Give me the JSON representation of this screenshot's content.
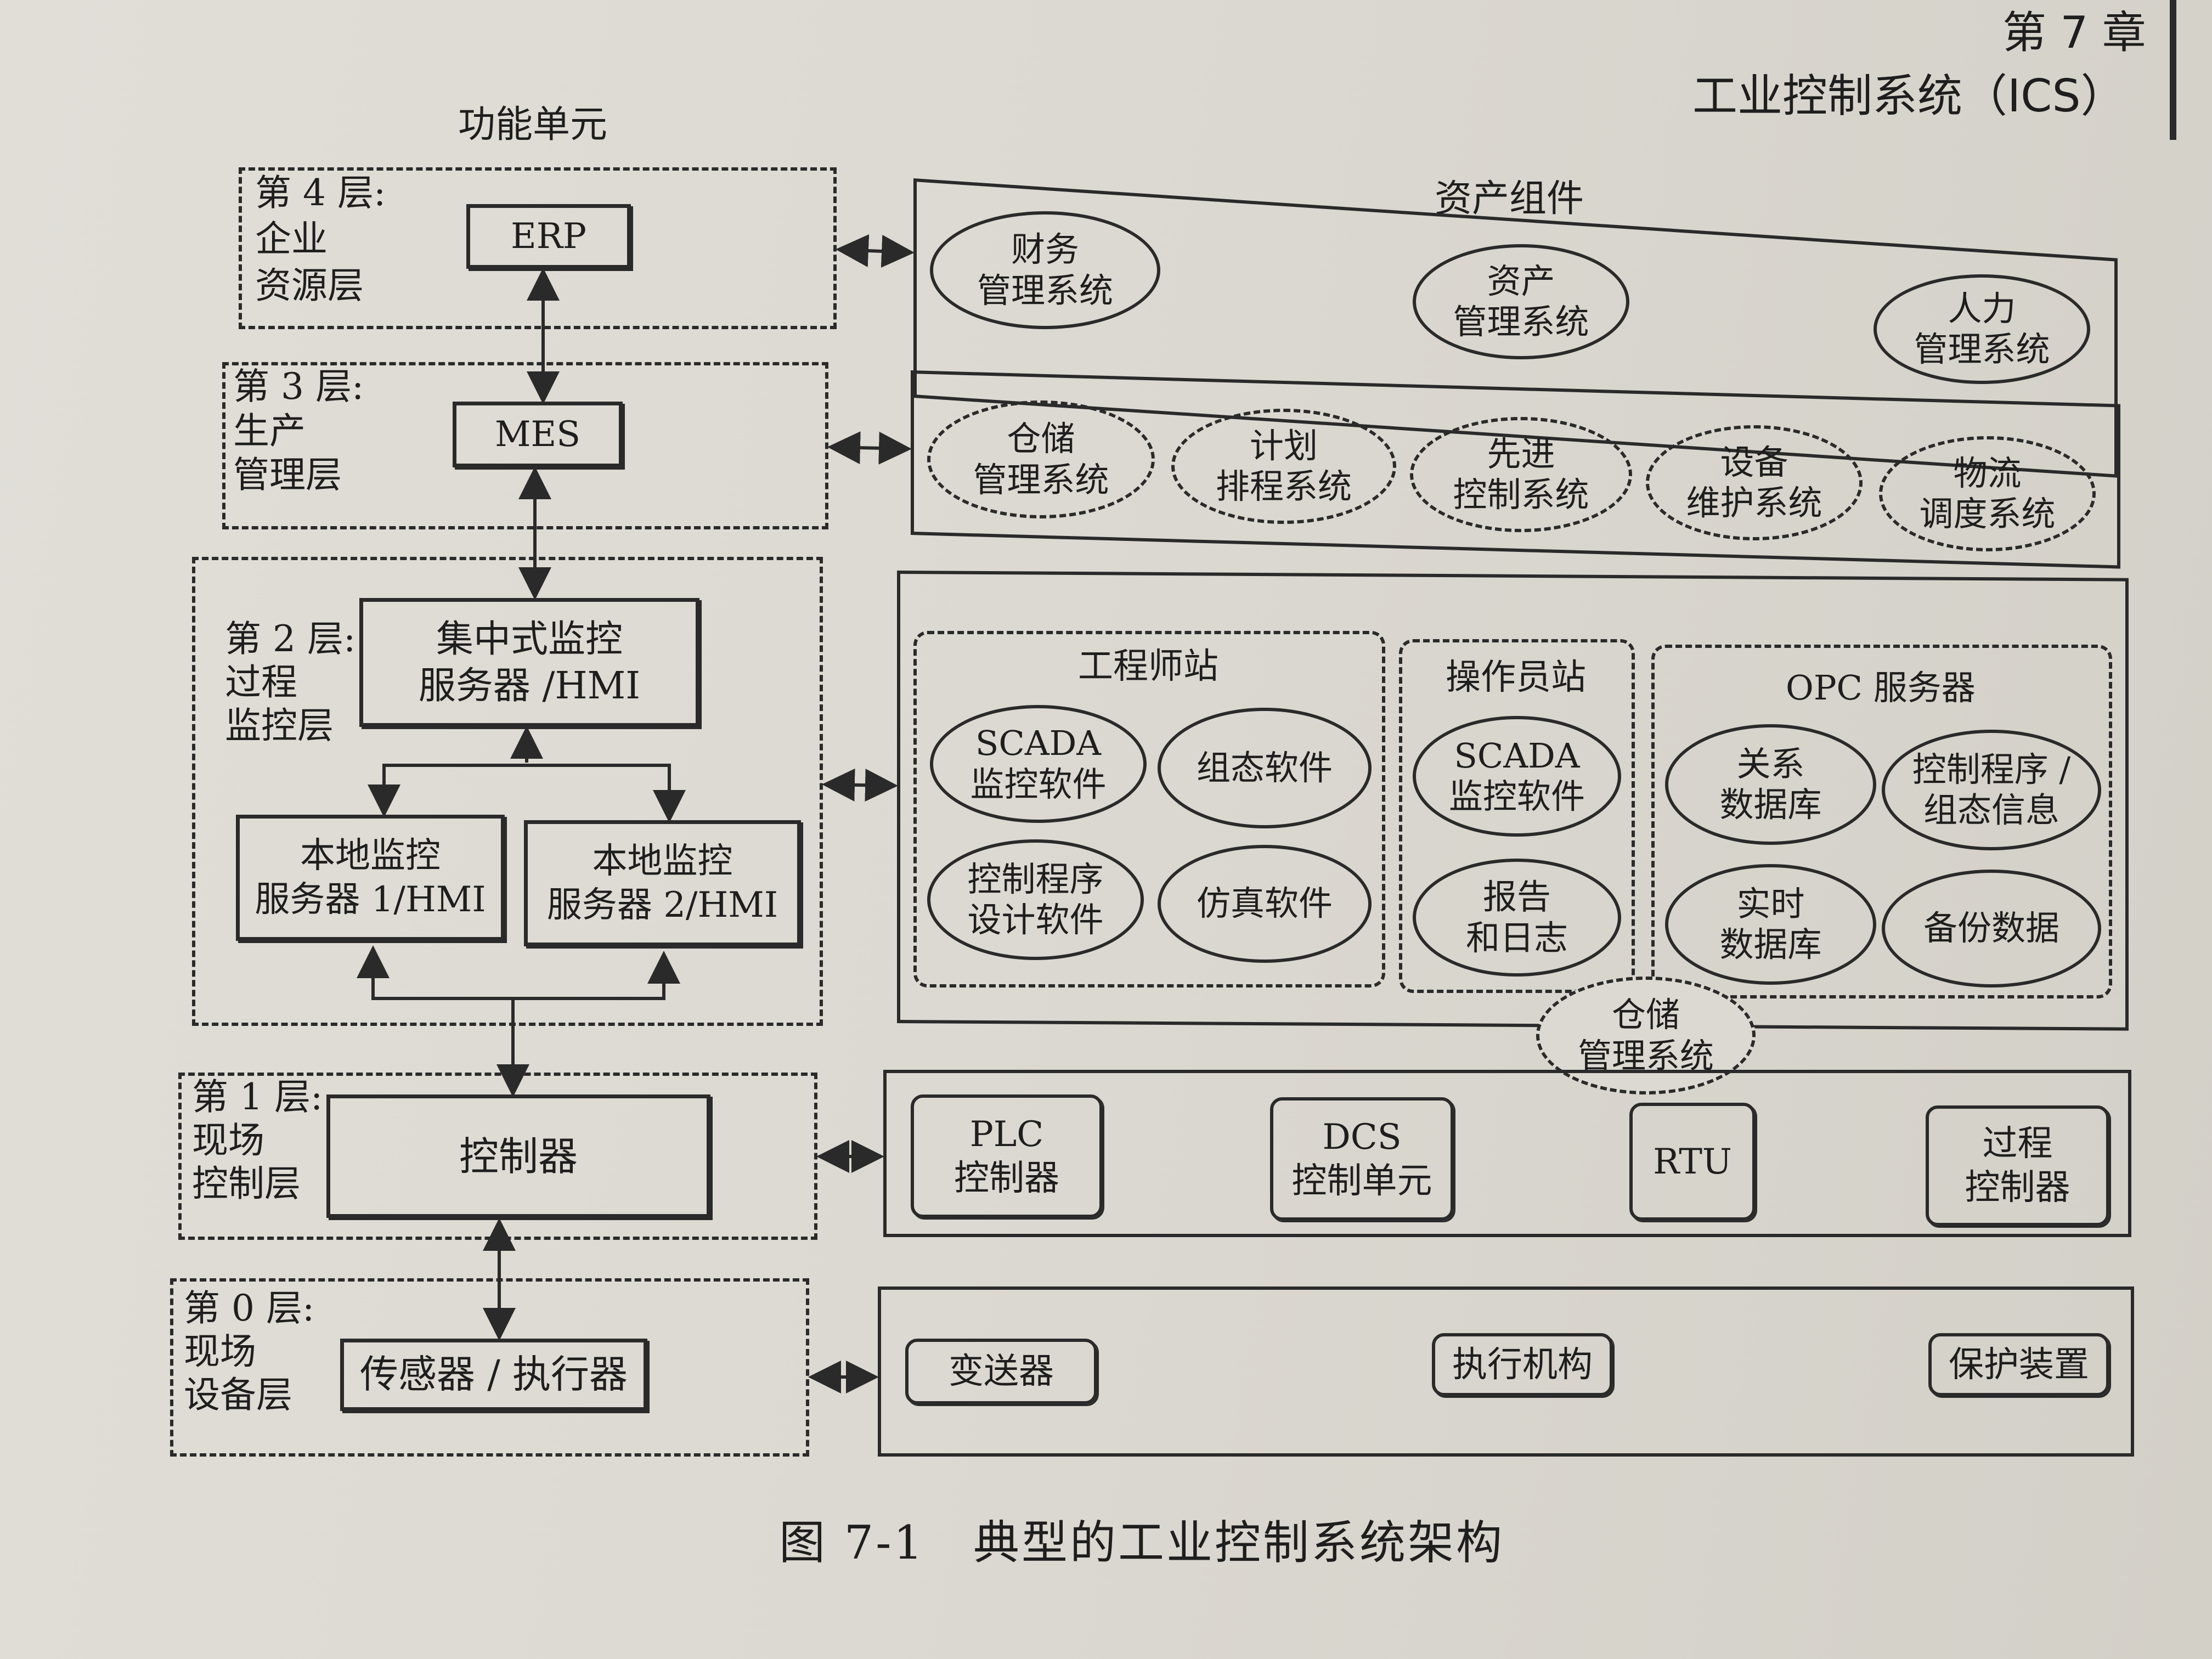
{
  "header": {
    "chapter": "第 7 章",
    "title": "工业控制系统（ICS）"
  },
  "left_title": "功能单元",
  "right_title": "资产组件",
  "levels": [
    {
      "label": "第 4 层:\n企业\n资源层",
      "unit": "ERP"
    },
    {
      "label": "第 3 层:\n生产\n管理层",
      "unit": "MES"
    },
    {
      "label": "第 2 层:\n过程\n监控层",
      "unit": "集中式监控\n服务器 /HMI",
      "sub_units": [
        "本地监控\n服务器 1/HMI",
        "本地监控\n服务器 2/HMI"
      ]
    },
    {
      "label": "第 1 层:\n现场\n控制层",
      "unit": "控制器"
    },
    {
      "label": "第 0 层:\n现场\n设备层",
      "unit": "传感器 / 执行器"
    }
  ],
  "layer4_assets": [
    "财务\n管理系统",
    "资产\n管理系统",
    "人力\n管理系统"
  ],
  "layer3_assets": [
    "仓储\n管理系统",
    "计划\n排程系统",
    "先进\n控制系统",
    "设备\n维护系统",
    "物流\n调度系统"
  ],
  "layer2_groups": [
    {
      "title": "工程师站",
      "items": [
        "SCADA\n监控软件",
        "组态软件",
        "控制程序\n设计软件",
        "仿真软件"
      ]
    },
    {
      "title": "操作员站",
      "items": [
        "SCADA\n监控软件",
        "报告\n和日志"
      ]
    },
    {
      "title": "OPC 服务器",
      "items": [
        "关系\n数据库",
        "控制程序 /\n组态信息",
        "实时\n数据库",
        "备份数据"
      ]
    }
  ],
  "layer2_extra": "仓储\n管理系统",
  "layer1_assets": [
    "PLC\n控制器",
    "DCS\n控制单元",
    "RTU",
    "过程\n控制器"
  ],
  "layer0_assets": [
    "变送器",
    "执行机构",
    "保护装置"
  ],
  "caption": "图 7-1　典型的工业控制系统架构"
}
